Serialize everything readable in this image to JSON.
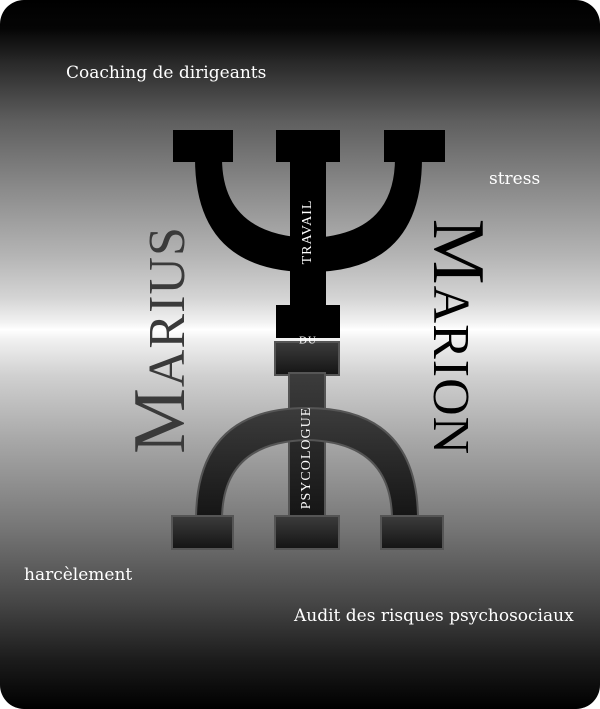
{
  "name_left": "Marius",
  "name_right": "Marion",
  "symbol_words": {
    "top": "TRAVAIL",
    "middle": "DU",
    "bottom": "PSYCOLOGUE"
  },
  "keywords": {
    "coaching": "Coaching de dirigeants",
    "stress": "stress",
    "harassment": "harcèlement",
    "audit": "Audit des risques psychosociaux"
  },
  "colors": {
    "symbol": "#000000",
    "name_left": "#3a3a3a",
    "name_right": "#000000",
    "text_light": "#ffffff"
  },
  "logo": "psi-symbol"
}
